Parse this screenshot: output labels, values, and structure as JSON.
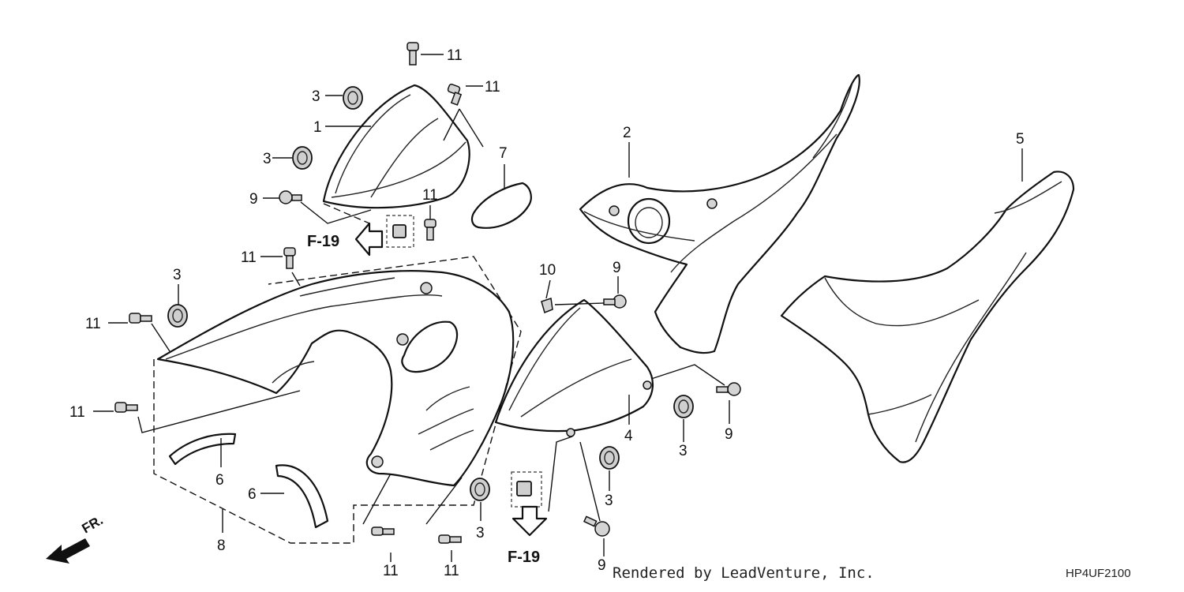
{
  "callouts": {
    "c1": "1",
    "c2": "2",
    "c3": "3",
    "c4": "4",
    "c5": "5",
    "c6": "6",
    "c7": "7",
    "c8": "8",
    "c9": "9",
    "c10": "10",
    "c11": "11"
  },
  "references": {
    "f19": "F-19"
  },
  "direction_label": "FR.",
  "footer": {
    "rendered_by": "Rendered by LeadVenture, Inc.",
    "diagram_code": "HP4UF2100"
  }
}
